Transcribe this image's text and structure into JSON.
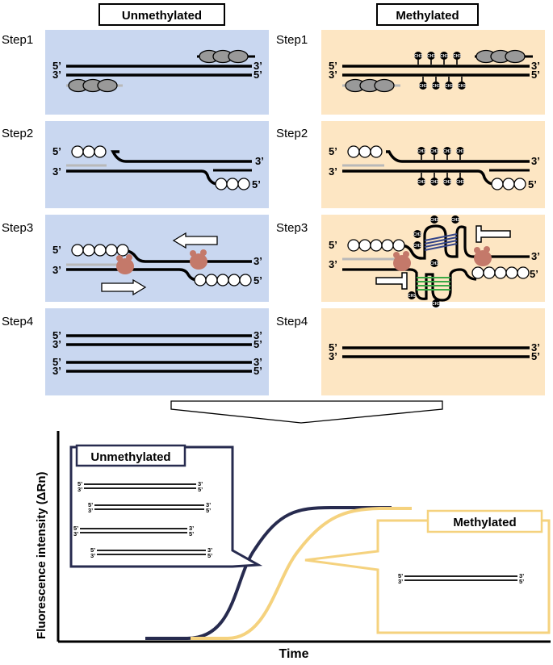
{
  "headers": {
    "unmethylated": "Unmethylated",
    "methylated": "Methylated"
  },
  "steps": [
    "Step1",
    "Step2",
    "Step3",
    "Step4"
  ],
  "strand_ends": {
    "five": "5’",
    "three": "3’"
  },
  "ch3_label": "CH3",
  "graph": {
    "ylabel": "Fluorescence intensity (ΔRn)",
    "xlabel": "Time",
    "callout_unmethylated": "Unmethylated",
    "callout_methylated": "Methylated"
  },
  "colors": {
    "unmethylated_panel": "#c9d7f0",
    "methylated_panel": "#fde6c3",
    "unmethylated_curve": "#272b4f",
    "methylated_curve": "#f5d27e",
    "primer": "#b9b9b9",
    "polymerase": "#c4796a",
    "probe_blocked_blue": "#334488",
    "probe_blocked_green": "#3aa844"
  }
}
